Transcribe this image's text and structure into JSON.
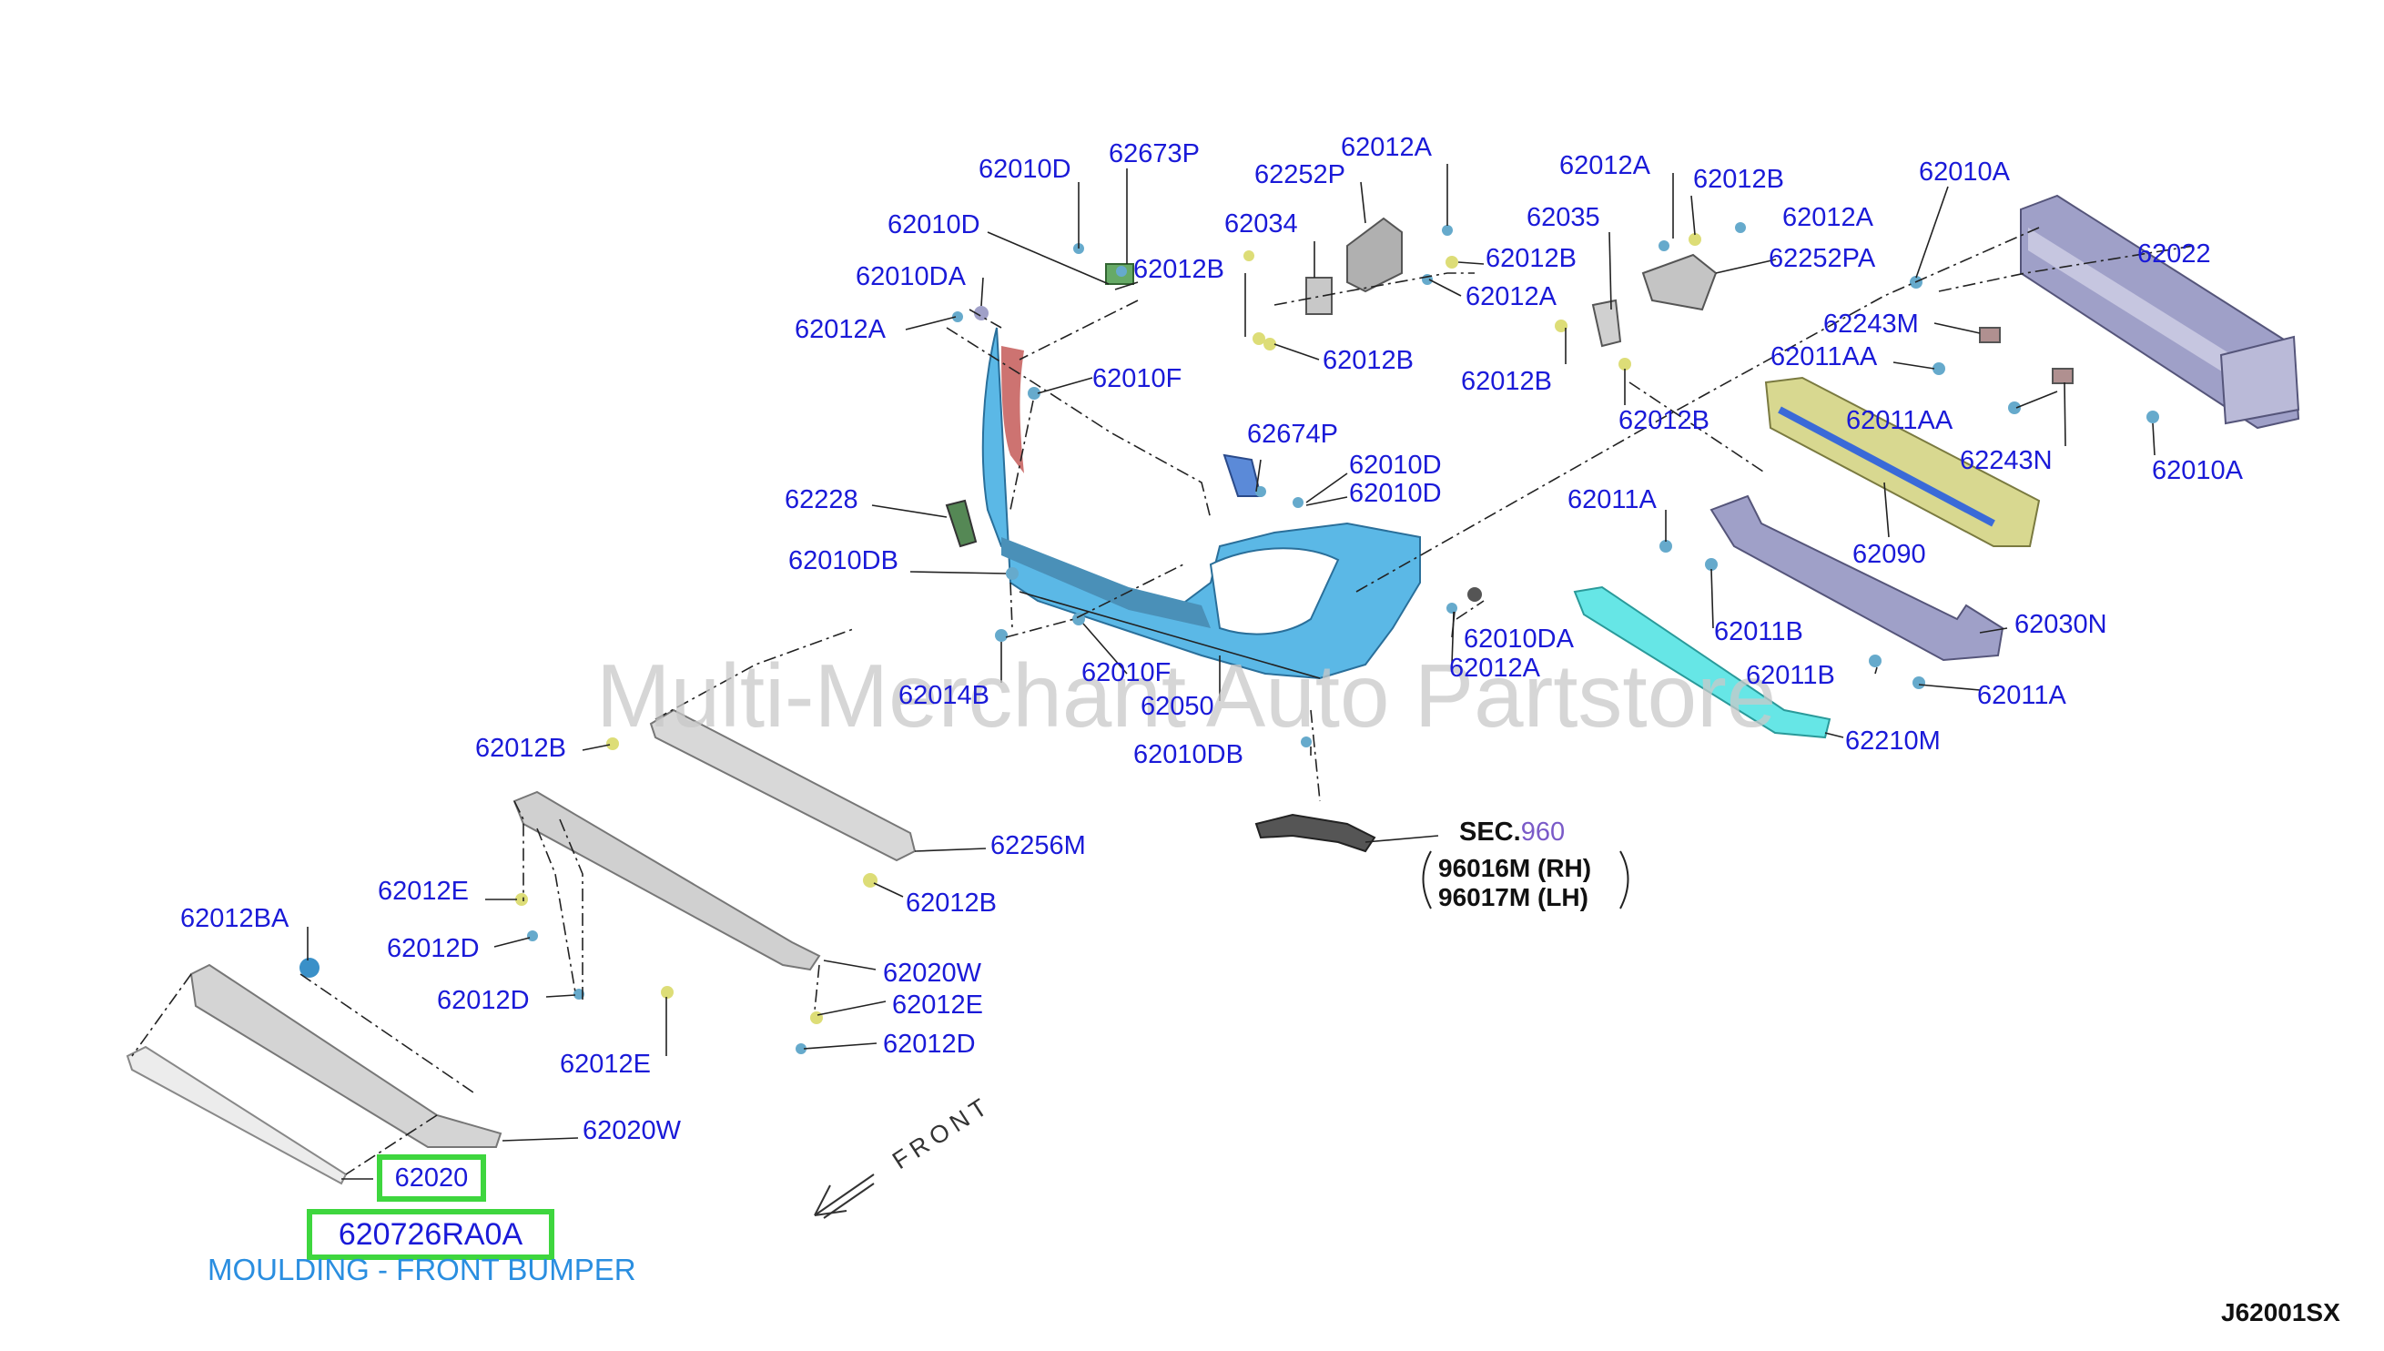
{
  "watermark": "Multi-Merchant Auto Partstore",
  "diagram_code": "J62001SX",
  "front_label": "FRONT",
  "section_ref": {
    "prefix": "SEC.",
    "number": "960",
    "rh": "96016M (RH)",
    "lh": "96017M (LH)"
  },
  "highlight": {
    "part": "62020",
    "oem": "620726RA0A",
    "description": "MOULDING - FRONT BUMPER"
  },
  "colors": {
    "label": "#1a1ad8",
    "highlight": "#3ed63e",
    "bumper": "#5bb8e6",
    "reinforcement": "#9fa0c8",
    "energy_absorber": "#d8d890",
    "deflector": "#66e6e6",
    "desc": "#2a8ee0"
  },
  "labels": [
    {
      "id": "l01",
      "text": "62010D"
    },
    {
      "id": "l02",
      "text": "62673P"
    },
    {
      "id": "l03",
      "text": "62010D"
    },
    {
      "id": "l04",
      "text": "62010DA"
    },
    {
      "id": "l05",
      "text": "62012A"
    },
    {
      "id": "l06",
      "text": "62012B"
    },
    {
      "id": "l07",
      "text": "62010F"
    },
    {
      "id": "l08",
      "text": "62252P"
    },
    {
      "id": "l09",
      "text": "62012A"
    },
    {
      "id": "l10",
      "text": "62034"
    },
    {
      "id": "l11",
      "text": "62012B"
    },
    {
      "id": "l12",
      "text": "62012A"
    },
    {
      "id": "l13",
      "text": "62012B"
    },
    {
      "id": "l14",
      "text": "62012A"
    },
    {
      "id": "l15",
      "text": "62012B"
    },
    {
      "id": "l16",
      "text": "62035"
    },
    {
      "id": "l17",
      "text": "62012A"
    },
    {
      "id": "l18",
      "text": "62252PA"
    },
    {
      "id": "l19",
      "text": "62012B"
    },
    {
      "id": "l20",
      "text": "62012B"
    },
    {
      "id": "l21",
      "text": "62010A"
    },
    {
      "id": "l22",
      "text": "62022"
    },
    {
      "id": "l23",
      "text": "62243M"
    },
    {
      "id": "l24",
      "text": "62011AA"
    },
    {
      "id": "l25",
      "text": "62011AA"
    },
    {
      "id": "l26",
      "text": "62243N"
    },
    {
      "id": "l27",
      "text": "62010A"
    },
    {
      "id": "l28",
      "text": "62674P"
    },
    {
      "id": "l29",
      "text": "62010D"
    },
    {
      "id": "l30",
      "text": "62010D"
    },
    {
      "id": "l31",
      "text": "62228"
    },
    {
      "id": "l32",
      "text": "62010DB"
    },
    {
      "id": "l33",
      "text": "62011A"
    },
    {
      "id": "l34",
      "text": "62090"
    },
    {
      "id": "l35",
      "text": "62011B"
    },
    {
      "id": "l36",
      "text": "62030N"
    },
    {
      "id": "l37",
      "text": "62011B"
    },
    {
      "id": "l38",
      "text": "62011A"
    },
    {
      "id": "l39",
      "text": "62010DA"
    },
    {
      "id": "l40",
      "text": "62012A"
    },
    {
      "id": "l41",
      "text": "62014B"
    },
    {
      "id": "l42",
      "text": "62010F"
    },
    {
      "id": "l43",
      "text": "62050"
    },
    {
      "id": "l44",
      "text": "62010DB"
    },
    {
      "id": "l45",
      "text": "62210M"
    },
    {
      "id": "l46",
      "text": "62012B"
    },
    {
      "id": "l47",
      "text": "62256M"
    },
    {
      "id": "l48",
      "text": "62012B"
    },
    {
      "id": "l49",
      "text": "62012E"
    },
    {
      "id": "l50",
      "text": "62012BA"
    },
    {
      "id": "l51",
      "text": "62012D"
    },
    {
      "id": "l52",
      "text": "62020W"
    },
    {
      "id": "l53",
      "text": "62012D"
    },
    {
      "id": "l54",
      "text": "62012E"
    },
    {
      "id": "l55",
      "text": "62012E"
    },
    {
      "id": "l56",
      "text": "62012D"
    },
    {
      "id": "l57",
      "text": "62020W"
    }
  ]
}
